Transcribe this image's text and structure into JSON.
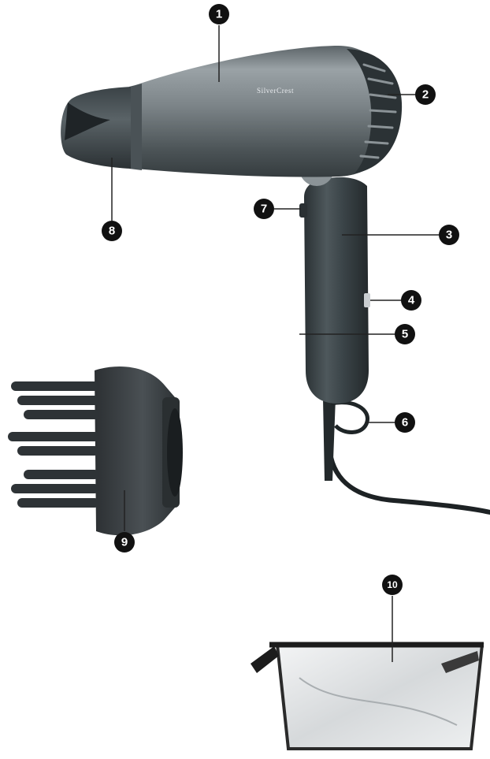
{
  "brand": "SilverCrest",
  "callouts": [
    "1",
    "2",
    "3",
    "4",
    "5",
    "6",
    "7",
    "8",
    "9",
    "10"
  ],
  "colors": {
    "callout_fill": "#111111",
    "leader_line": "#222222",
    "body_metal": "#7d8589",
    "handle_dark": "#3b4448",
    "diffuser": "#3a3f42"
  },
  "parts": [
    "hair-dryer",
    "diffuser",
    "storage-bag"
  ]
}
